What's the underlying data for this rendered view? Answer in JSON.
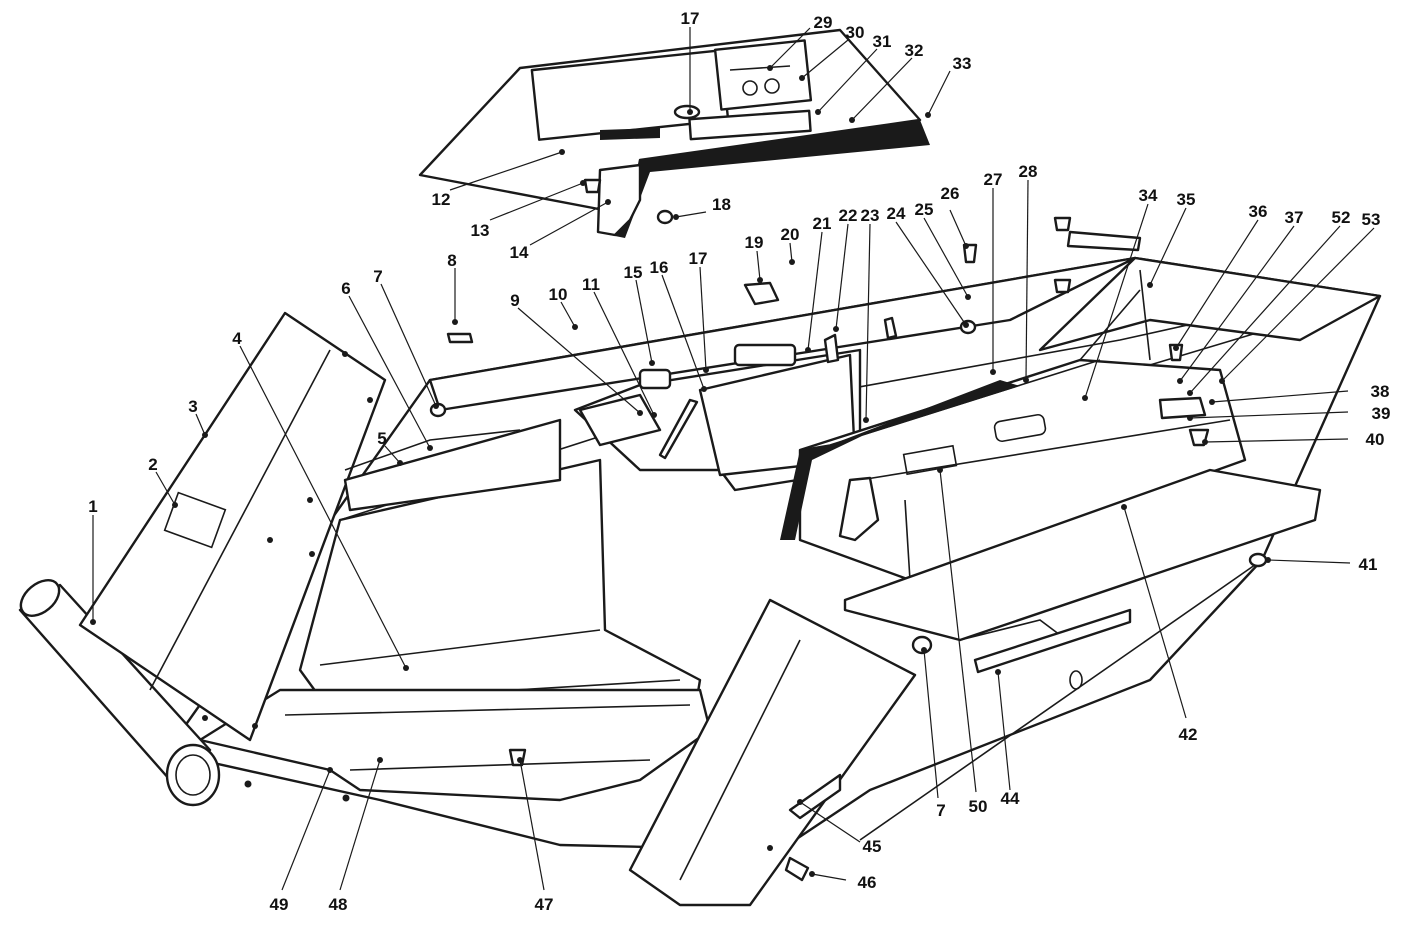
{
  "callouts": [
    {
      "id": "c1",
      "label": "1"
    },
    {
      "id": "c2",
      "label": "2"
    },
    {
      "id": "c3",
      "label": "3"
    },
    {
      "id": "c4",
      "label": "4"
    },
    {
      "id": "c5",
      "label": "5"
    },
    {
      "id": "c6",
      "label": "6"
    },
    {
      "id": "c7a",
      "label": "7"
    },
    {
      "id": "c7b",
      "label": "7"
    },
    {
      "id": "c8",
      "label": "8"
    },
    {
      "id": "c9",
      "label": "9"
    },
    {
      "id": "c10",
      "label": "10"
    },
    {
      "id": "c11",
      "label": "11"
    },
    {
      "id": "c12",
      "label": "12"
    },
    {
      "id": "c13",
      "label": "13"
    },
    {
      "id": "c14",
      "label": "14"
    },
    {
      "id": "c15",
      "label": "15"
    },
    {
      "id": "c16",
      "label": "16"
    },
    {
      "id": "c17a",
      "label": "17"
    },
    {
      "id": "c17b",
      "label": "17"
    },
    {
      "id": "c18",
      "label": "18"
    },
    {
      "id": "c19",
      "label": "19"
    },
    {
      "id": "c20",
      "label": "20"
    },
    {
      "id": "c21",
      "label": "21"
    },
    {
      "id": "c22",
      "label": "22"
    },
    {
      "id": "c23",
      "label": "23"
    },
    {
      "id": "c24",
      "label": "24"
    },
    {
      "id": "c25",
      "label": "25"
    },
    {
      "id": "c26",
      "label": "26"
    },
    {
      "id": "c27",
      "label": "27"
    },
    {
      "id": "c28",
      "label": "28"
    },
    {
      "id": "c29",
      "label": "29"
    },
    {
      "id": "c30",
      "label": "30"
    },
    {
      "id": "c31",
      "label": "31"
    },
    {
      "id": "c32",
      "label": "32"
    },
    {
      "id": "c33",
      "label": "33"
    },
    {
      "id": "c34",
      "label": "34"
    },
    {
      "id": "c35",
      "label": "35"
    },
    {
      "id": "c36",
      "label": "36"
    },
    {
      "id": "c37",
      "label": "37"
    },
    {
      "id": "c38",
      "label": "38"
    },
    {
      "id": "c39",
      "label": "39"
    },
    {
      "id": "c40",
      "label": "40"
    },
    {
      "id": "c41",
      "label": "41"
    },
    {
      "id": "c42",
      "label": "42"
    },
    {
      "id": "c44",
      "label": "44"
    },
    {
      "id": "c45",
      "label": "45"
    },
    {
      "id": "c46",
      "label": "46"
    },
    {
      "id": "c47",
      "label": "47"
    },
    {
      "id": "c48",
      "label": "48"
    },
    {
      "id": "c49",
      "label": "49"
    },
    {
      "id": "c50",
      "label": "50"
    },
    {
      "id": "c52",
      "label": "52"
    },
    {
      "id": "c53",
      "label": "53"
    }
  ]
}
